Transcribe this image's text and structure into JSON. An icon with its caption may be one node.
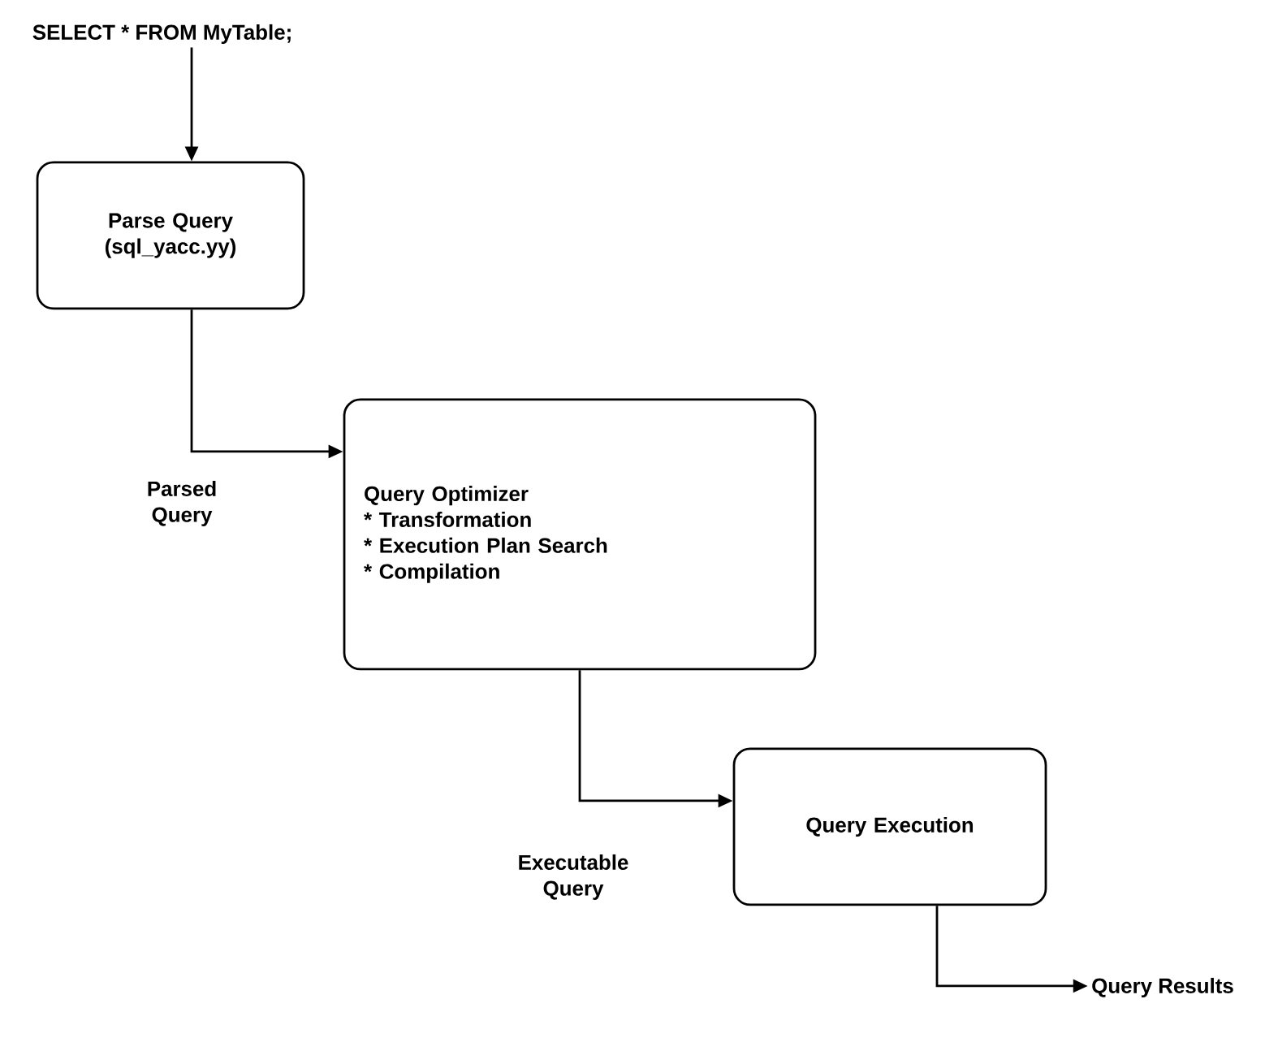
{
  "diagram": {
    "nodes": [
      {
        "text": [
          "SELECT * FROM MyTable;"
        ]
      },
      {
        "text": [
          "Parse Query (sql_yacc.yy)"
        ]
      },
      {
        "text": [
          "Query Optimizer",
          "* Transformation",
          "* Execution Plan Search",
          "* Compilation"
        ]
      },
      {
        "text": [
          "Query Execution"
        ]
      },
      {
        "text": [
          "Query Results"
        ]
      }
    ],
    "edges": [
      {
        "from": 0,
        "to": 1,
        "arrow": "to"
      },
      {
        "from": 1,
        "to": 2,
        "arrow": "to",
        "label": "Parsed Query"
      },
      {
        "from": 2,
        "to": 3,
        "arrow": "to",
        "label": "Executable Query"
      },
      {
        "from": 3,
        "to": 4,
        "arrow": "to"
      }
    ]
  }
}
